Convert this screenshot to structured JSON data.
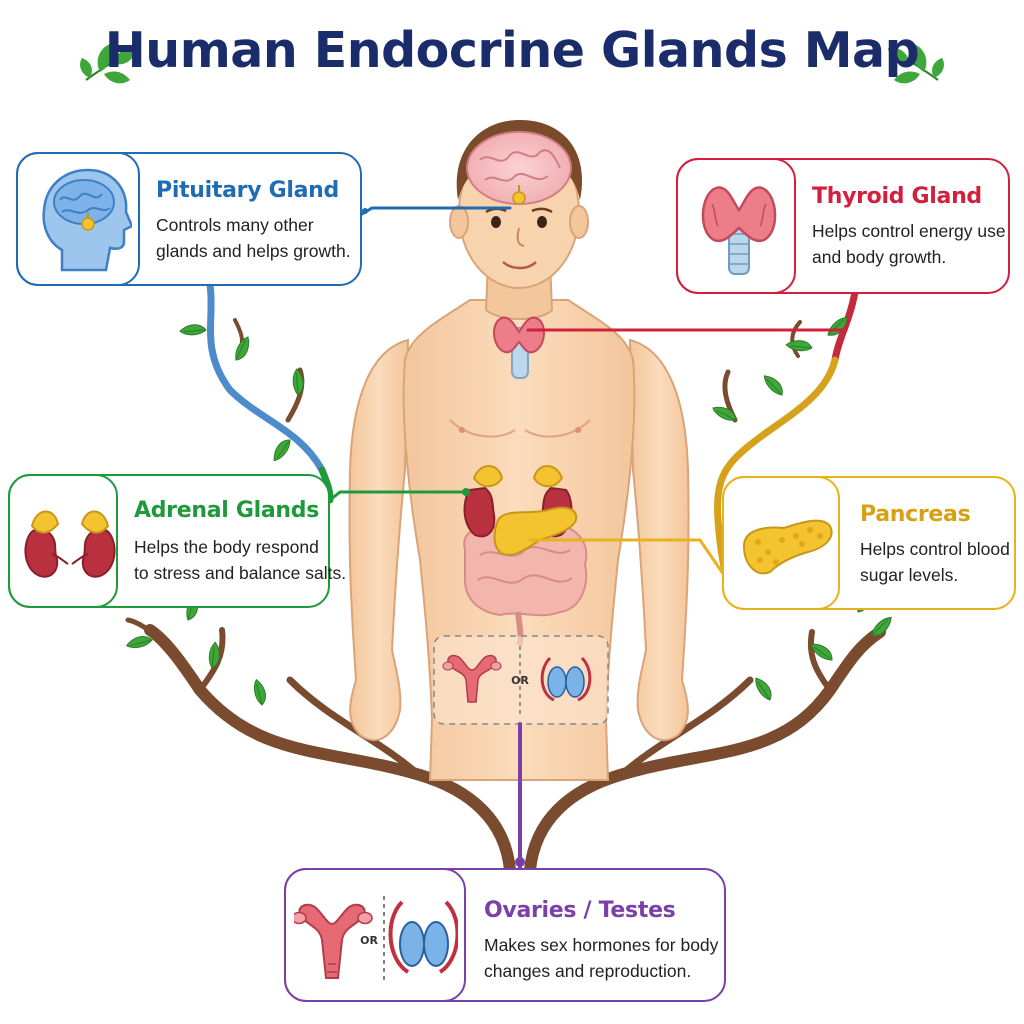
{
  "title": "Human Endocrine Glands Map",
  "colors": {
    "title": "#1b2c6b",
    "pituitary": "#1f6cb5",
    "thyroid": "#d11f3d",
    "adrenal": "#1f9a3b",
    "pancreas": "#e8b21a",
    "gonads": "#7b3fa8",
    "branch": "#7a4b2e",
    "leaf": "#3fa639",
    "skin": "#f8d4ae"
  },
  "glands": {
    "pituitary": {
      "name": "Pituitary Gland",
      "desc": [
        "Controls many other",
        "glands and helps growth."
      ]
    },
    "thyroid": {
      "name": "Thyroid Gland",
      "desc": [
        "Helps control energy use",
        "and body growth."
      ]
    },
    "adrenal": {
      "name": "Adrenal Glands",
      "desc": [
        "Helps the body respond",
        "to stress and balance salts."
      ]
    },
    "pancreas": {
      "name": "Pancreas",
      "desc": [
        "Helps control blood",
        "sugar levels."
      ]
    },
    "gonads": {
      "name": "Ovaries / Testes",
      "desc": [
        "Makes sex hormones for body",
        "changes and reproduction."
      ]
    }
  },
  "or_label": "OR",
  "icons": [
    "leaf-icon",
    "brain-head-icon",
    "thyroid-icon",
    "kidneys-icon",
    "pancreas-icon",
    "uterus-icon",
    "testes-icon"
  ]
}
